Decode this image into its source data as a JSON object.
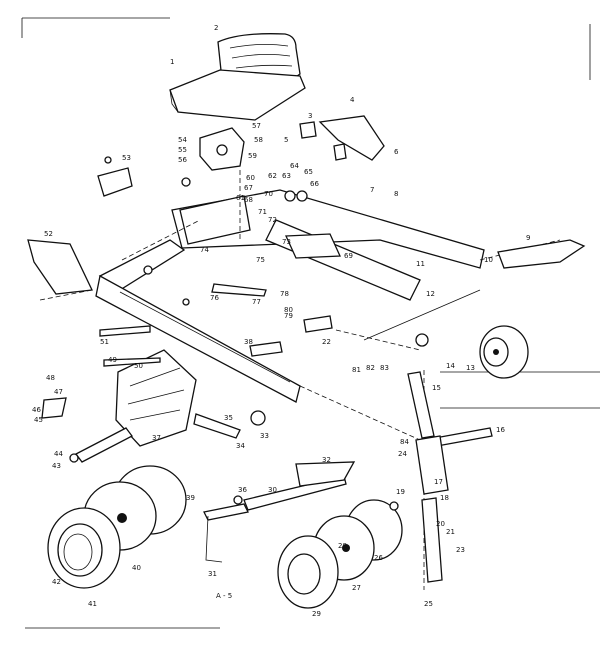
{
  "figure": {
    "code": "A - 5"
  },
  "callouts": [
    {
      "id": "c2",
      "text": "2"
    },
    {
      "id": "c1",
      "text": "1"
    },
    {
      "id": "c3a",
      "text": "3"
    },
    {
      "id": "c4a",
      "text": "4"
    },
    {
      "id": "c5",
      "text": "5"
    },
    {
      "id": "c6a",
      "text": "6"
    },
    {
      "id": "c52",
      "text": "52"
    },
    {
      "id": "c53",
      "text": "53"
    },
    {
      "id": "c54",
      "text": "54"
    },
    {
      "id": "c55",
      "text": "55"
    },
    {
      "id": "c56",
      "text": "56"
    },
    {
      "id": "c57",
      "text": "57"
    },
    {
      "id": "c58",
      "text": "58"
    },
    {
      "id": "c59",
      "text": "59"
    },
    {
      "id": "c60",
      "text": "60"
    },
    {
      "id": "c61",
      "text": "61"
    },
    {
      "id": "c62",
      "text": "62"
    },
    {
      "id": "c63",
      "text": "63"
    },
    {
      "id": "c64",
      "text": "64"
    },
    {
      "id": "c65",
      "text": "65"
    },
    {
      "id": "c66",
      "text": "66"
    },
    {
      "id": "c67",
      "text": "67"
    },
    {
      "id": "c68",
      "text": "68"
    },
    {
      "id": "c69",
      "text": "69"
    },
    {
      "id": "c70",
      "text": "70"
    },
    {
      "id": "c71",
      "text": "71"
    },
    {
      "id": "c72",
      "text": "72"
    },
    {
      "id": "c73",
      "text": "73"
    },
    {
      "id": "c74",
      "text": "74"
    },
    {
      "id": "c75",
      "text": "75"
    },
    {
      "id": "c76",
      "text": "76"
    },
    {
      "id": "c77",
      "text": "77"
    },
    {
      "id": "c78",
      "text": "78"
    },
    {
      "id": "c79",
      "text": "79"
    },
    {
      "id": "c80",
      "text": "80"
    },
    {
      "id": "c81",
      "text": "81"
    },
    {
      "id": "c82",
      "text": "82"
    },
    {
      "id": "c83",
      "text": "83"
    },
    {
      "id": "c84",
      "text": "84"
    },
    {
      "id": "c10",
      "text": "10"
    },
    {
      "id": "c11",
      "text": "11"
    },
    {
      "id": "c12",
      "text": "12"
    },
    {
      "id": "c13",
      "text": "13"
    },
    {
      "id": "c14",
      "text": "14"
    },
    {
      "id": "c15",
      "text": "15"
    },
    {
      "id": "c16",
      "text": "16"
    },
    {
      "id": "c17",
      "text": "17"
    },
    {
      "id": "c18",
      "text": "18"
    },
    {
      "id": "c19",
      "text": "19"
    },
    {
      "id": "c20",
      "text": "20"
    },
    {
      "id": "c21",
      "text": "21"
    },
    {
      "id": "c22",
      "text": "22"
    },
    {
      "id": "c23",
      "text": "23"
    },
    {
      "id": "c24",
      "text": "24"
    },
    {
      "id": "c25",
      "text": "25"
    },
    {
      "id": "c26",
      "text": "26"
    },
    {
      "id": "c27",
      "text": "27"
    },
    {
      "id": "c28",
      "text": "28"
    },
    {
      "id": "c29",
      "text": "29"
    },
    {
      "id": "c30",
      "text": "30"
    },
    {
      "id": "c31",
      "text": "31"
    },
    {
      "id": "c32",
      "text": "32"
    },
    {
      "id": "c33",
      "text": "33"
    },
    {
      "id": "c34",
      "text": "34"
    },
    {
      "id": "c35",
      "text": "35"
    },
    {
      "id": "c36",
      "text": "36"
    },
    {
      "id": "c37",
      "text": "37"
    },
    {
      "id": "c38",
      "text": "38"
    },
    {
      "id": "c39",
      "text": "39"
    },
    {
      "id": "c40",
      "text": "40"
    },
    {
      "id": "c41",
      "text": "41"
    },
    {
      "id": "c42",
      "text": "42"
    },
    {
      "id": "c43",
      "text": "43"
    },
    {
      "id": "c44",
      "text": "44"
    },
    {
      "id": "c45",
      "text": "45"
    },
    {
      "id": "c46",
      "text": "46"
    },
    {
      "id": "c47",
      "text": "47"
    },
    {
      "id": "c48",
      "text": "48"
    },
    {
      "id": "c49",
      "text": "49"
    },
    {
      "id": "c50",
      "text": "50"
    },
    {
      "id": "c51",
      "text": "51"
    },
    {
      "id": "c7",
      "text": "7"
    },
    {
      "id": "c8",
      "text": "8"
    },
    {
      "id": "c9",
      "text": "9"
    }
  ]
}
